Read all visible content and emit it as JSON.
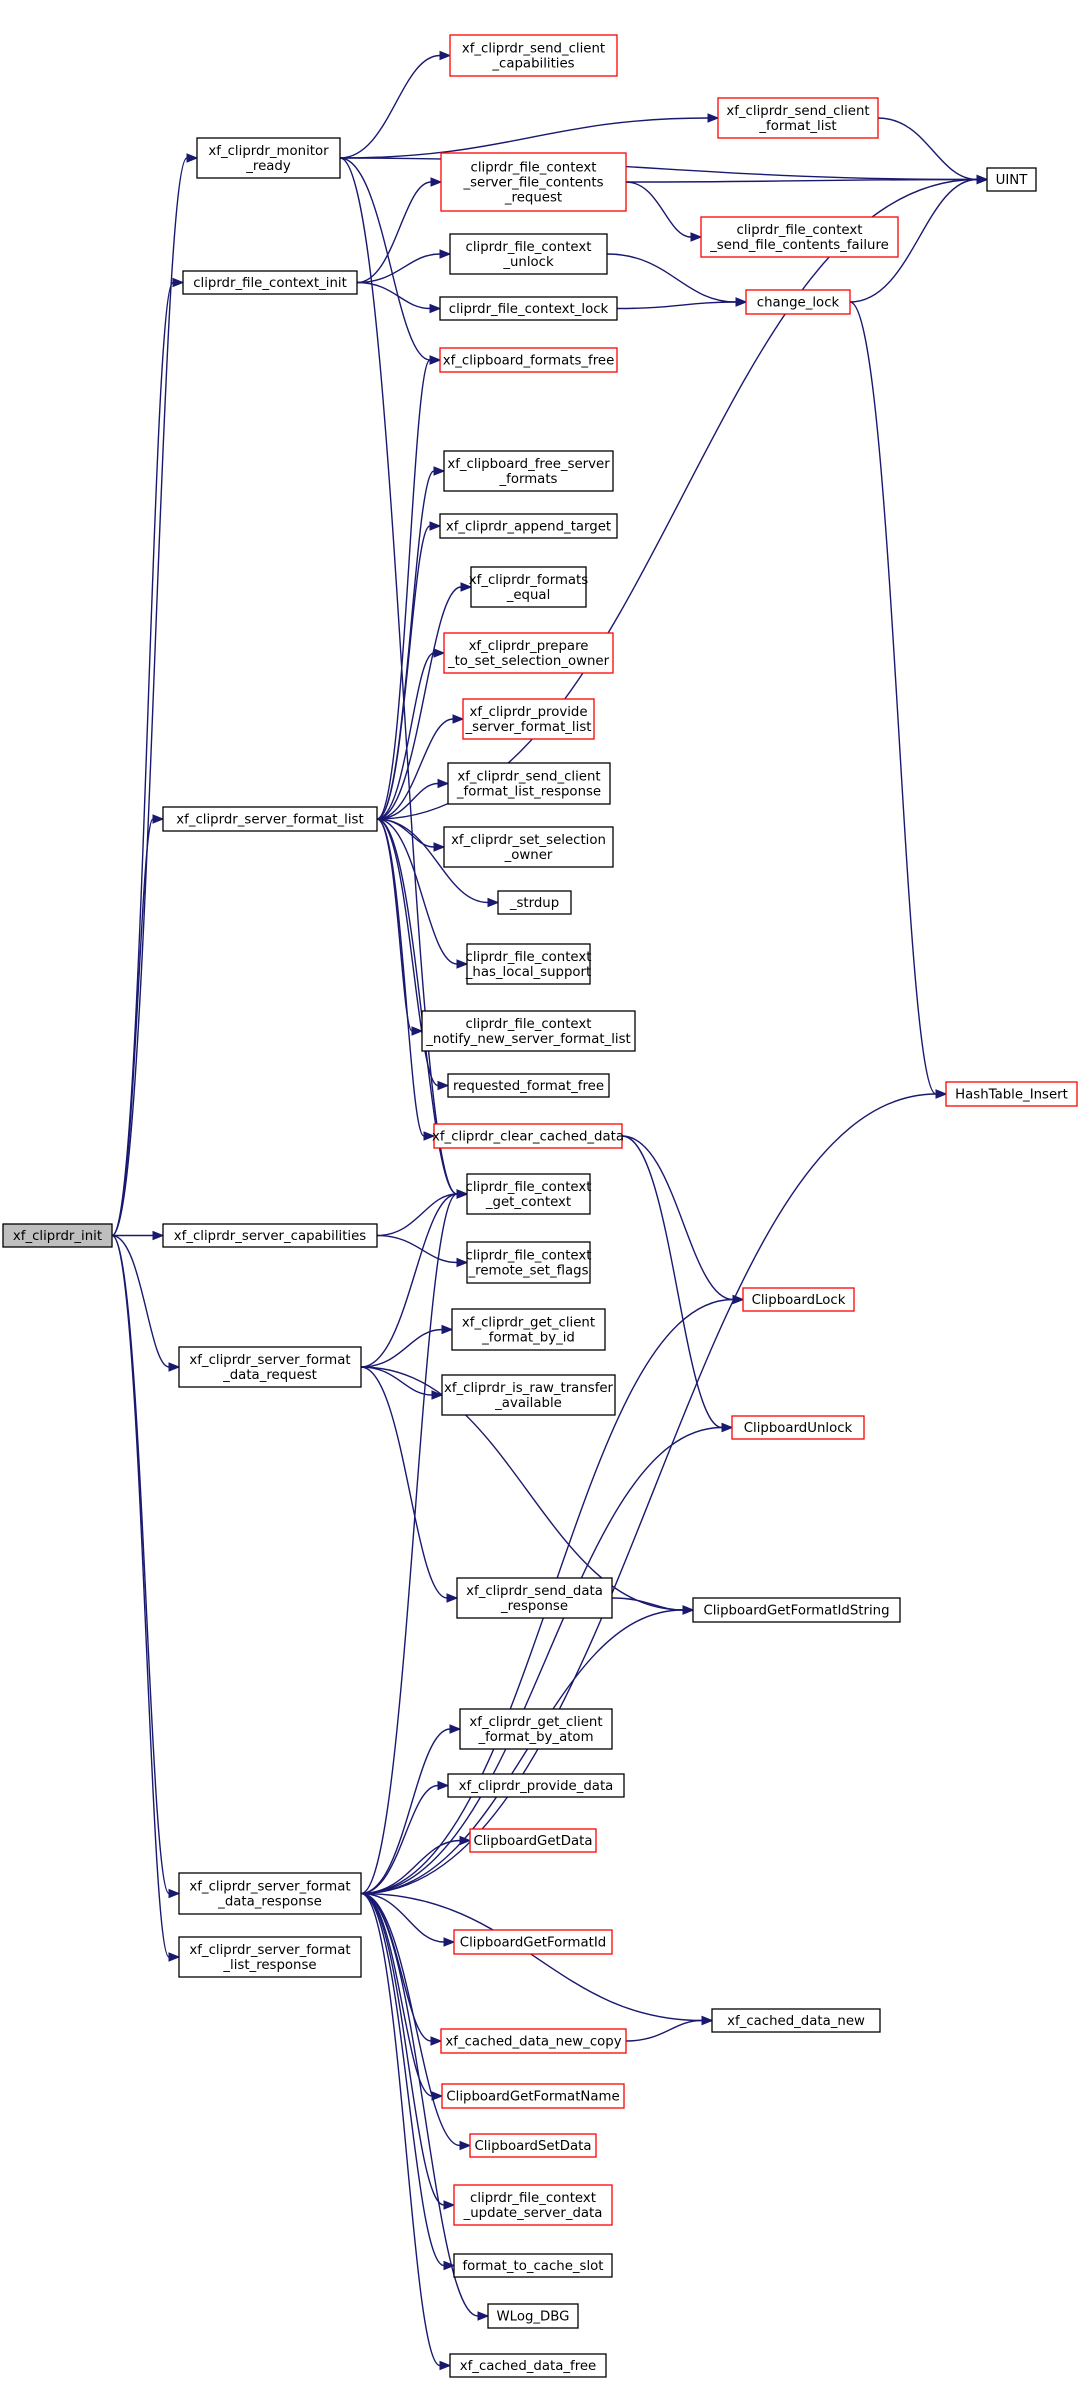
{
  "title": "",
  "colors": {
    "edge": "#191970",
    "box_border": "#000000",
    "undocumented_border": "#ff0000",
    "root_fill": "#bfbfbf"
  },
  "nodes": {
    "xf_cliprdr_init": {
      "lines": [
        "xf_cliprdr_init"
      ],
      "style": "root"
    },
    "monitor_ready": {
      "lines": [
        "xf_cliprdr_monitor",
        "_ready"
      ],
      "style": "black"
    },
    "file_context_init": {
      "lines": [
        "cliprdr_file_context_init"
      ],
      "style": "black"
    },
    "server_format_list": {
      "lines": [
        "xf_cliprdr_server_format_list"
      ],
      "style": "black"
    },
    "server_capabilities": {
      "lines": [
        "xf_cliprdr_server_capabilities"
      ],
      "style": "black"
    },
    "server_format_data_request": {
      "lines": [
        "xf_cliprdr_server_format",
        "_data_request"
      ],
      "style": "black"
    },
    "server_format_data_response": {
      "lines": [
        "xf_cliprdr_server_format",
        "_data_response"
      ],
      "style": "black"
    },
    "server_format_list_response": {
      "lines": [
        "xf_cliprdr_server_format",
        "_list_response"
      ],
      "style": "black"
    },
    "send_client_capabilities": {
      "lines": [
        "xf_cliprdr_send_client",
        "_capabilities"
      ],
      "style": "red"
    },
    "send_client_format_list": {
      "lines": [
        "xf_cliprdr_send_client",
        "_format_list"
      ],
      "style": "red"
    },
    "server_file_contents_request": {
      "lines": [
        "cliprdr_file_context",
        "_server_file_contents",
        "_request"
      ],
      "style": "red"
    },
    "send_file_contents_failure": {
      "lines": [
        "cliprdr_file_context",
        "_send_file_contents_failure"
      ],
      "style": "red"
    },
    "UINT": {
      "lines": [
        "UINT"
      ],
      "style": "black"
    },
    "file_context_unlock": {
      "lines": [
        "cliprdr_file_context",
        "_unlock"
      ],
      "style": "black"
    },
    "file_context_lock": {
      "lines": [
        "cliprdr_file_context_lock"
      ],
      "style": "black"
    },
    "change_lock": {
      "lines": [
        "change_lock"
      ],
      "style": "red"
    },
    "clipboard_formats_free": {
      "lines": [
        "xf_clipboard_formats_free"
      ],
      "style": "red"
    },
    "clipboard_free_server_formats": {
      "lines": [
        "xf_clipboard_free_server",
        "_formats"
      ],
      "style": "black"
    },
    "append_target": {
      "lines": [
        "xf_cliprdr_append_target"
      ],
      "style": "black"
    },
    "formats_equal": {
      "lines": [
        "xf_cliprdr_formats",
        "_equal"
      ],
      "style": "black"
    },
    "prepare_to_set_selection_owner": {
      "lines": [
        "xf_cliprdr_prepare",
        "_to_set_selection_owner"
      ],
      "style": "red"
    },
    "provide_server_format_list": {
      "lines": [
        "xf_cliprdr_provide",
        "_server_format_list"
      ],
      "style": "red"
    },
    "send_client_format_list_response": {
      "lines": [
        "xf_cliprdr_send_client",
        "_format_list_response"
      ],
      "style": "black"
    },
    "set_selection_owner": {
      "lines": [
        "xf_cliprdr_set_selection",
        "_owner"
      ],
      "style": "black"
    },
    "strdup": {
      "lines": [
        "_strdup"
      ],
      "style": "black"
    },
    "has_local_support": {
      "lines": [
        "cliprdr_file_context",
        "_has_local_support"
      ],
      "style": "black"
    },
    "notify_new_server_format_list": {
      "lines": [
        "cliprdr_file_context",
        "_notify_new_server_format_list"
      ],
      "style": "black"
    },
    "requested_format_free": {
      "lines": [
        "requested_format_free"
      ],
      "style": "black"
    },
    "clear_cached_data": {
      "lines": [
        "xf_cliprdr_clear_cached_data"
      ],
      "style": "red"
    },
    "get_context": {
      "lines": [
        "cliprdr_file_context",
        "_get_context"
      ],
      "style": "black"
    },
    "remote_set_flags": {
      "lines": [
        "cliprdr_file_context",
        "_remote_set_flags"
      ],
      "style": "black"
    },
    "get_client_format_by_id": {
      "lines": [
        "xf_cliprdr_get_client",
        "_format_by_id"
      ],
      "style": "black"
    },
    "is_raw_transfer_available": {
      "lines": [
        "xf_cliprdr_is_raw_transfer",
        "_available"
      ],
      "style": "black"
    },
    "HashTable_Insert": {
      "lines": [
        "HashTable_Insert"
      ],
      "style": "red"
    },
    "ClipboardLock": {
      "lines": [
        "ClipboardLock"
      ],
      "style": "red"
    },
    "ClipboardUnlock": {
      "lines": [
        "ClipboardUnlock"
      ],
      "style": "red"
    },
    "send_data_response": {
      "lines": [
        "xf_cliprdr_send_data",
        "_response"
      ],
      "style": "black"
    },
    "ClipboardGetFormatIdString": {
      "lines": [
        "ClipboardGetFormatIdString"
      ],
      "style": "black"
    },
    "get_client_format_by_atom": {
      "lines": [
        "xf_cliprdr_get_client",
        "_format_by_atom"
      ],
      "style": "black"
    },
    "provide_data": {
      "lines": [
        "xf_cliprdr_provide_data"
      ],
      "style": "black"
    },
    "ClipboardGetData": {
      "lines": [
        "ClipboardGetData"
      ],
      "style": "red"
    },
    "ClipboardGetFormatId": {
      "lines": [
        "ClipboardGetFormatId"
      ],
      "style": "red"
    },
    "cached_data_new": {
      "lines": [
        "xf_cached_data_new"
      ],
      "style": "black"
    },
    "cached_data_new_copy": {
      "lines": [
        "xf_cached_data_new_copy"
      ],
      "style": "red"
    },
    "ClipboardGetFormatName": {
      "lines": [
        "ClipboardGetFormatName"
      ],
      "style": "red"
    },
    "ClipboardSetData": {
      "lines": [
        "ClipboardSetData"
      ],
      "style": "red"
    },
    "update_server_data": {
      "lines": [
        "cliprdr_file_context",
        "_update_server_data"
      ],
      "style": "red"
    },
    "format_to_cache_slot": {
      "lines": [
        "format_to_cache_slot"
      ],
      "style": "black"
    },
    "WLog_DBG": {
      "lines": [
        "WLog_DBG"
      ],
      "style": "black"
    },
    "cached_data_free": {
      "lines": [
        "xf_cached_data_free"
      ],
      "style": "black"
    }
  },
  "edges": [
    [
      "xf_cliprdr_init",
      "monitor_ready"
    ],
    [
      "xf_cliprdr_init",
      "file_context_init"
    ],
    [
      "xf_cliprdr_init",
      "server_format_list"
    ],
    [
      "xf_cliprdr_init",
      "server_capabilities"
    ],
    [
      "xf_cliprdr_init",
      "server_format_data_request"
    ],
    [
      "xf_cliprdr_init",
      "server_format_data_response"
    ],
    [
      "xf_cliprdr_init",
      "server_format_list_response"
    ],
    [
      "monitor_ready",
      "send_client_capabilities"
    ],
    [
      "monitor_ready",
      "send_client_format_list"
    ],
    [
      "monitor_ready",
      "UINT"
    ],
    [
      "monitor_ready",
      "clipboard_formats_free"
    ],
    [
      "monitor_ready",
      "get_context"
    ],
    [
      "file_context_init",
      "server_file_contents_request"
    ],
    [
      "file_context_init",
      "file_context_unlock"
    ],
    [
      "file_context_init",
      "file_context_lock"
    ],
    [
      "send_client_format_list",
      "UINT"
    ],
    [
      "server_file_contents_request",
      "UINT"
    ],
    [
      "server_file_contents_request",
      "send_file_contents_failure"
    ],
    [
      "file_context_unlock",
      "change_lock"
    ],
    [
      "file_context_lock",
      "change_lock"
    ],
    [
      "change_lock",
      "UINT"
    ],
    [
      "change_lock",
      "HashTable_Insert"
    ],
    [
      "server_format_list",
      "UINT"
    ],
    [
      "server_format_list",
      "clipboard_formats_free"
    ],
    [
      "server_format_list",
      "clipboard_free_server_formats"
    ],
    [
      "server_format_list",
      "append_target"
    ],
    [
      "server_format_list",
      "formats_equal"
    ],
    [
      "server_format_list",
      "prepare_to_set_selection_owner"
    ],
    [
      "server_format_list",
      "provide_server_format_list"
    ],
    [
      "server_format_list",
      "send_client_format_list_response"
    ],
    [
      "server_format_list",
      "set_selection_owner"
    ],
    [
      "server_format_list",
      "strdup"
    ],
    [
      "server_format_list",
      "has_local_support"
    ],
    [
      "server_format_list",
      "notify_new_server_format_list"
    ],
    [
      "server_format_list",
      "requested_format_free"
    ],
    [
      "server_format_list",
      "clear_cached_data"
    ],
    [
      "server_format_list",
      "get_context"
    ],
    [
      "clear_cached_data",
      "ClipboardLock"
    ],
    [
      "clear_cached_data",
      "ClipboardUnlock"
    ],
    [
      "server_capabilities",
      "get_context"
    ],
    [
      "server_capabilities",
      "remote_set_flags"
    ],
    [
      "server_format_data_request",
      "get_context"
    ],
    [
      "server_format_data_request",
      "get_client_format_by_id"
    ],
    [
      "server_format_data_request",
      "is_raw_transfer_available"
    ],
    [
      "server_format_data_request",
      "ClipboardGetFormatIdString"
    ],
    [
      "server_format_data_request",
      "send_data_response"
    ],
    [
      "send_data_response",
      "ClipboardGetFormatIdString"
    ],
    [
      "server_format_data_response",
      "get_context"
    ],
    [
      "server_format_data_response",
      "ClipboardLock"
    ],
    [
      "server_format_data_response",
      "ClipboardUnlock"
    ],
    [
      "server_format_data_response",
      "ClipboardGetFormatIdString"
    ],
    [
      "server_format_data_response",
      "get_client_format_by_atom"
    ],
    [
      "server_format_data_response",
      "provide_data"
    ],
    [
      "server_format_data_response",
      "ClipboardGetData"
    ],
    [
      "server_format_data_response",
      "HashTable_Insert"
    ],
    [
      "server_format_data_response",
      "ClipboardGetFormatId"
    ],
    [
      "server_format_data_response",
      "cached_data_new"
    ],
    [
      "server_format_data_response",
      "cached_data_new_copy"
    ],
    [
      "cached_data_new_copy",
      "cached_data_new"
    ],
    [
      "server_format_data_response",
      "ClipboardGetFormatName"
    ],
    [
      "server_format_data_response",
      "ClipboardSetData"
    ],
    [
      "server_format_data_response",
      "update_server_data"
    ],
    [
      "server_format_data_response",
      "format_to_cache_slot"
    ],
    [
      "server_format_data_response",
      "WLog_DBG"
    ],
    [
      "server_format_data_response",
      "cached_data_free"
    ]
  ]
}
